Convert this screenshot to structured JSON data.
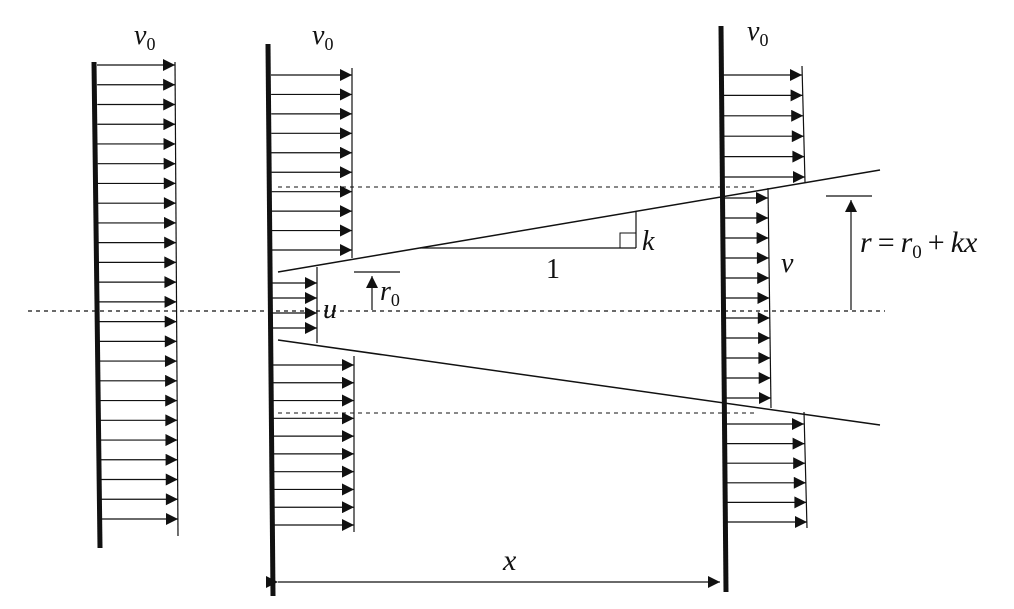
{
  "labels": {
    "v0": "v",
    "v0_sub": "0",
    "k": "k",
    "one": "1",
    "u": "u",
    "r0": "r",
    "r0_sub": "0",
    "v": "v",
    "x": "x",
    "formula_r": "r",
    "formula_eq": "=",
    "formula_r0": "r",
    "formula_sub": "0",
    "formula_plus": "+",
    "formula_kx": "kx"
  },
  "colors": {
    "ink": "#111111",
    "background": "#ffffff"
  },
  "icons": [
    "arrowhead",
    "right-angle-mark"
  ]
}
